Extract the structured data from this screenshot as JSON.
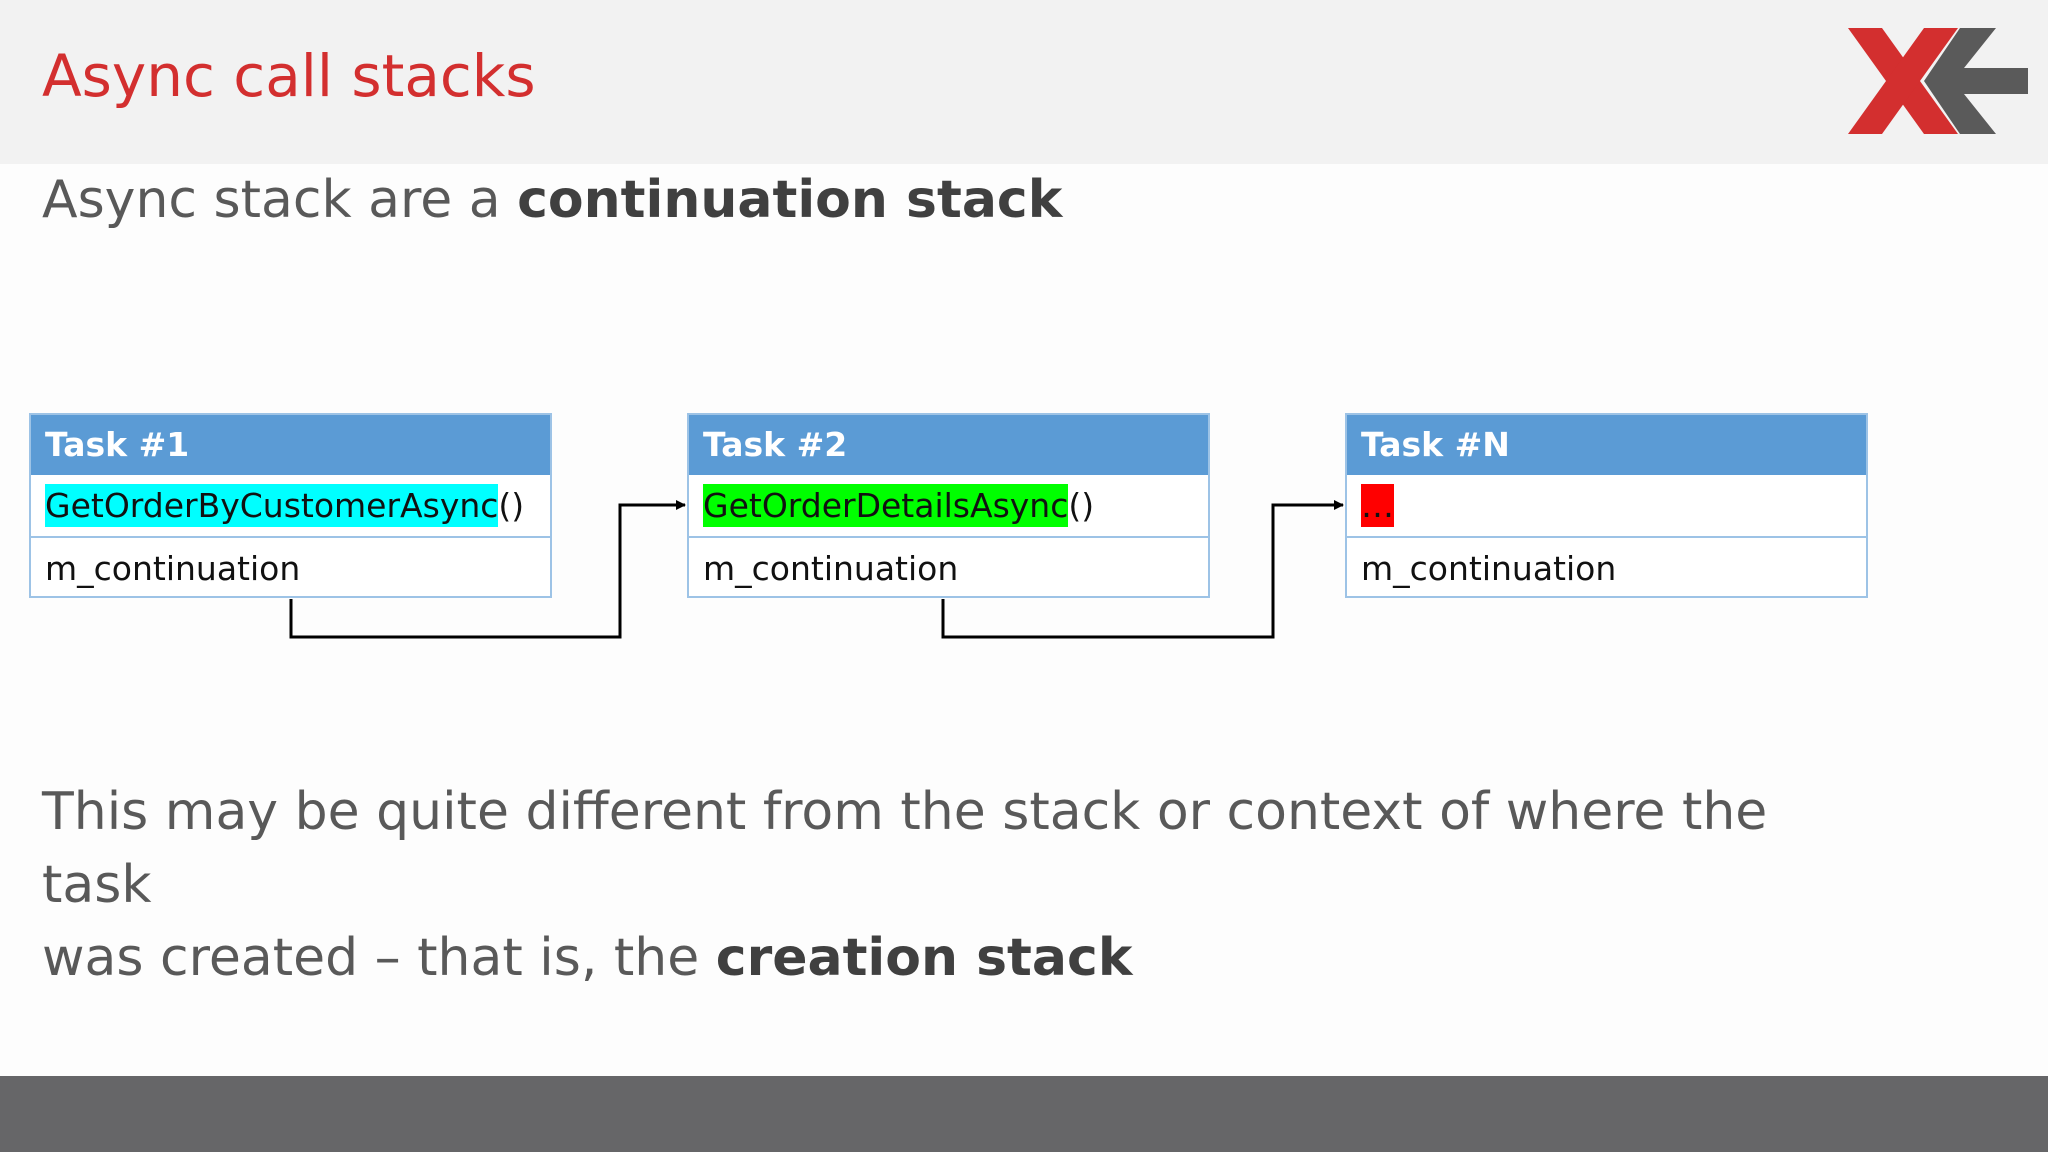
{
  "title": "Async call stacks",
  "subtitle": {
    "prefix": "Async stack are a ",
    "bold": "continuation stack"
  },
  "tasks": [
    {
      "header": "Task #1",
      "method_highlight": "GetOrderByCustomerAsync",
      "method_suffix": "()",
      "highlight_color": "#00ffff",
      "field": "m_continuation"
    },
    {
      "header": "Task #2",
      "method_highlight": "GetOrderDetailsAsync",
      "method_suffix": "()",
      "highlight_color": "#00ff00",
      "field": "m_continuation"
    },
    {
      "header": "Task #N",
      "method_highlight": "…",
      "method_suffix": "",
      "highlight_color": "#ff0000",
      "field": "m_continuation"
    }
  ],
  "body": {
    "line1": "This may be quite different from the stack or context of where the task",
    "line2_prefix": "was created – that is, the ",
    "line2_bold": "creation stack"
  },
  "colors": {
    "title": "#d32f2f",
    "task_header": "#5b9bd5",
    "task_border": "#9dc3e6",
    "footer": "#666668",
    "logo_red": "#d32f2f",
    "logo_gray": "#5a5a5a"
  }
}
